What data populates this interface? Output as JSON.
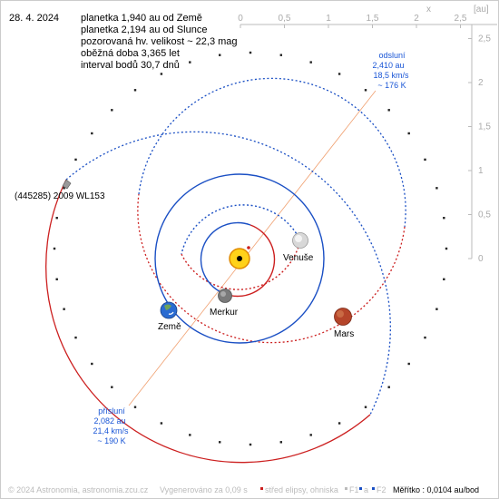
{
  "header": {
    "date": "28. 4. 2024",
    "info_lines": [
      "planetka 1,940 au od Země",
      "planetka 2,194 au od Slunce",
      "pozorovaná hv. velikost ~ 22,3 mag",
      "oběžná doba 3,365 let",
      "interval bodů 30,7 dnů"
    ]
  },
  "axes": {
    "x_ticks": [
      "0",
      "0,5",
      "1",
      "1,5",
      "2",
      "2,5"
    ],
    "y_ticks": [
      "2,5",
      "2",
      "1,5",
      "1",
      "0,5",
      "0"
    ],
    "x_label": "x",
    "unit_label": "[au]"
  },
  "asteroid": {
    "label": "(445285) 2009 WL153"
  },
  "aphelion": {
    "title": "odsluní",
    "distance": "2,410 au",
    "speed": "18,5 km/s",
    "temp": "~ 176 K"
  },
  "perihelion": {
    "title": "přísluní",
    "distance": "2,082 au",
    "speed": "21,4 km/s",
    "temp": "~ 190 K"
  },
  "planets": {
    "mercury": "Merkur",
    "venus": "Venuše",
    "earth": "Země",
    "mars": "Mars"
  },
  "footer": {
    "copyright": "© 2024 Astronomia, astronomia.zcu.cz",
    "generated": "Vygenerováno za 0,09 s",
    "legend_center": "střed elipsy, ohniska",
    "legend_f1": "F1",
    "legend_a": "a",
    "legend_f2": "F2",
    "scale": "Měřítko : 0,0104 au/bod"
  },
  "colors": {
    "orbit_blue": "#1a4fc4",
    "orbit_red": "#cc1f1f",
    "label_blue": "#1a56d6",
    "axis_gray": "#aaaaaa"
  }
}
